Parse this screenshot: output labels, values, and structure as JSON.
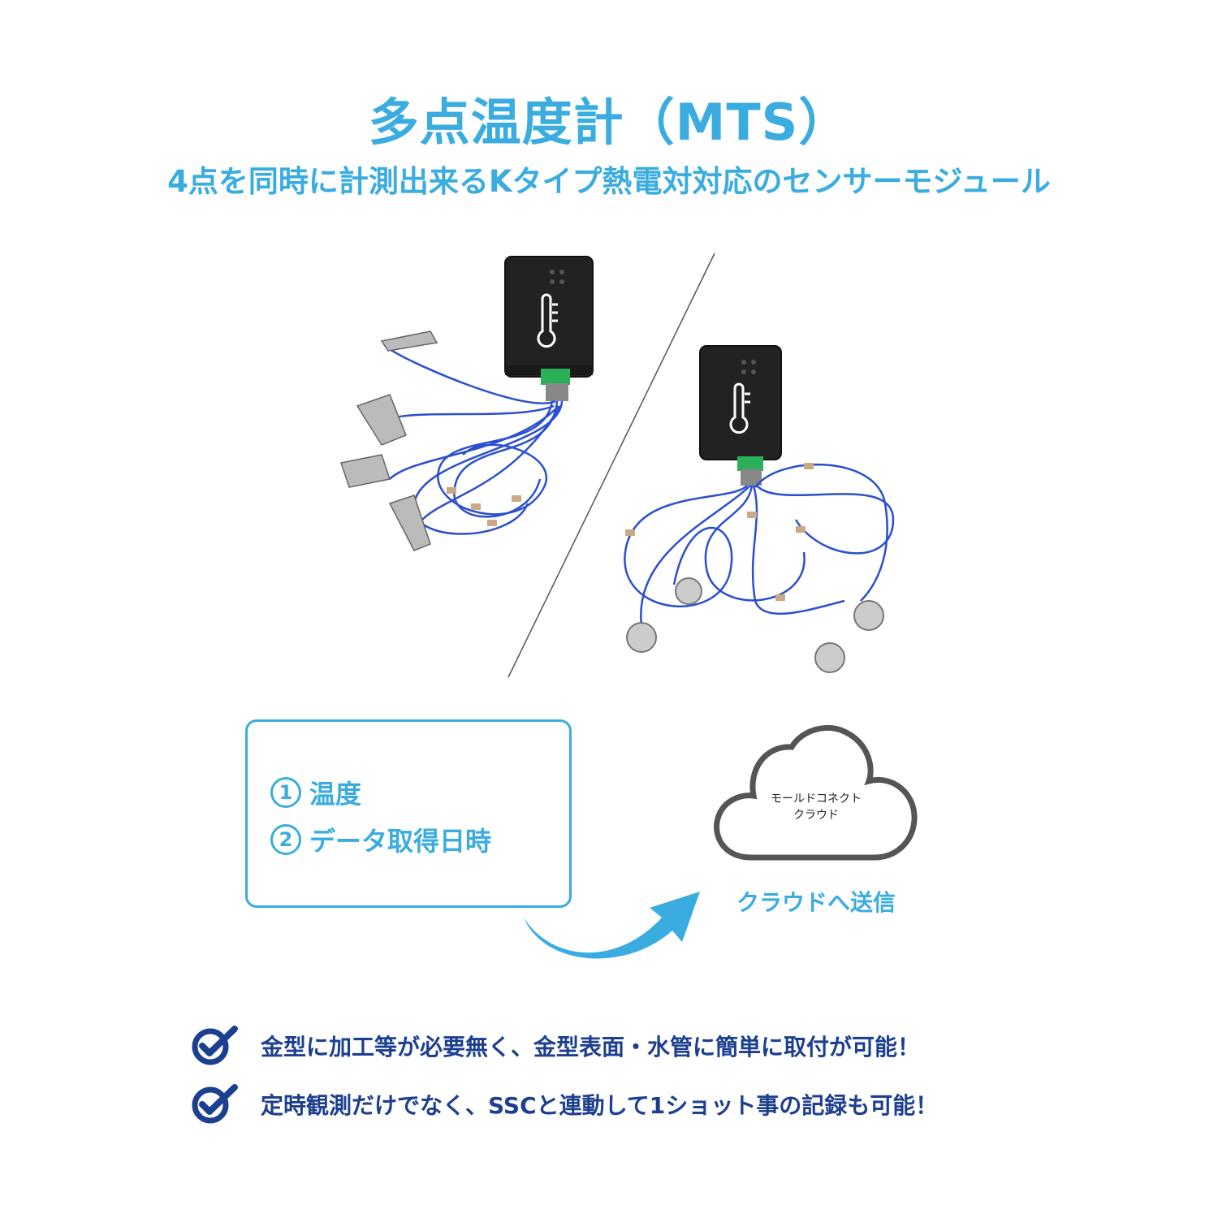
{
  "header": {
    "title": "多点温度計（MTS）",
    "subtitle": "4点を同時に計測出来るKタイプ熱電対対応のセンサーモジュール"
  },
  "info_box": {
    "items": [
      {
        "num": "1",
        "label": "温度"
      },
      {
        "num": "2",
        "label": "データ取得日時"
      }
    ]
  },
  "cloud": {
    "line1": "モールドコネクト",
    "line2": "クラウド",
    "send_label": "クラウドへ送信"
  },
  "features": [
    "金型に加工等が必要無く、金型表面・水管に簡単に取付が可能！",
    "定時観測だけでなく、SSCと連動して1ショット事の記録も可能！"
  ],
  "colors": {
    "accent": "#3aace0",
    "feature_text": "#1d3f8f",
    "cable": "#2a4fcf"
  },
  "icons": [
    "thermometer-icon",
    "check-circle-icon",
    "cloud-icon",
    "curved-arrow-icon"
  ]
}
